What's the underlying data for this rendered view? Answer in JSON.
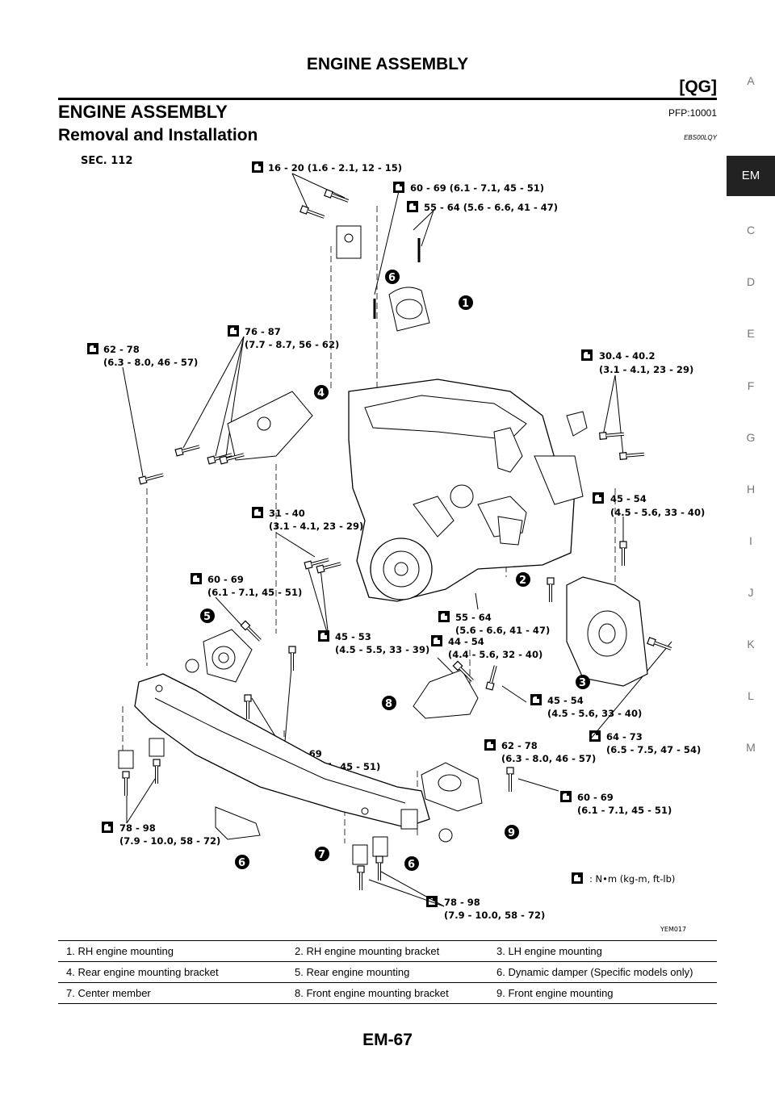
{
  "header": {
    "title": "ENGINE ASSEMBLY",
    "engine_code": "[QG]"
  },
  "section": {
    "title": "ENGINE ASSEMBLY",
    "pfp": "PFP:10001"
  },
  "subsection": {
    "title": "Removal and Installation",
    "ref": "EBS00LQY"
  },
  "side_nav": [
    "A",
    "EM",
    "C",
    "D",
    "E",
    "F",
    "G",
    "H",
    "I",
    "J",
    "K",
    "L",
    "M"
  ],
  "side_nav_active": "EM",
  "figure": {
    "sec": "SEC. 112",
    "torques": [
      "16 - 20 (1.6 - 2.1, 12 - 15)",
      "60 - 69 (6.1 - 7.1, 45 - 51)",
      "55 - 64 (5.6 - 6.6, 41 - 47)",
      "62 - 78",
      "(6.3 - 8.0, 46 - 57)",
      "76 - 87",
      "(7.7 - 8.7, 56 - 62)",
      "30.4 - 40.2",
      "(3.1 - 4.1, 23 - 29)",
      "31 - 40",
      "(3.1 - 4.1, 23 - 29)",
      "45 - 54",
      "(4.5 - 5.6, 33 - 40)",
      "60 - 69",
      "(6.1 - 7.1, 45 - 51)",
      "55 - 64",
      "(5.6 - 6.6, 41 - 47)",
      "45 - 53",
      "(4.5 - 5.5, 33 - 39)",
      "44 - 54",
      "(4.4 - 5.6, 32 - 40)",
      "45 - 54",
      "(4.5 - 5.6, 33 - 40)",
      "60 - 69",
      "(6.1 - 7.1, 45 - 51)",
      "62 - 78",
      "(6.3 - 8.0, 46 - 57)",
      "64 - 73",
      "(6.5 - 7.5, 47 - 54)",
      "60 - 69",
      "(6.1 - 7.1, 45 - 51)",
      "78 - 98",
      "(7.9 - 10.0, 58 - 72)",
      "78 - 98",
      "(7.9 - 10.0, 58 - 72)"
    ],
    "callouts": [
      "1",
      "6",
      "4",
      "2",
      "5",
      "3",
      "8",
      "9",
      "7",
      "6",
      "6"
    ],
    "unit_legend": ": N•m (kg-m, ft-lb)",
    "figure_id": "YEM017"
  },
  "legend": [
    [
      "1. RH engine mounting",
      "2. RH engine mounting bracket",
      "3. LH engine mounting"
    ],
    [
      "4. Rear engine mounting bracket",
      "5. Rear engine mounting",
      "6. Dynamic damper (Specific models only)"
    ],
    [
      "7. Center member",
      "8. Front engine mounting bracket",
      "9. Front engine mounting"
    ]
  ],
  "page_number": "EM-67"
}
